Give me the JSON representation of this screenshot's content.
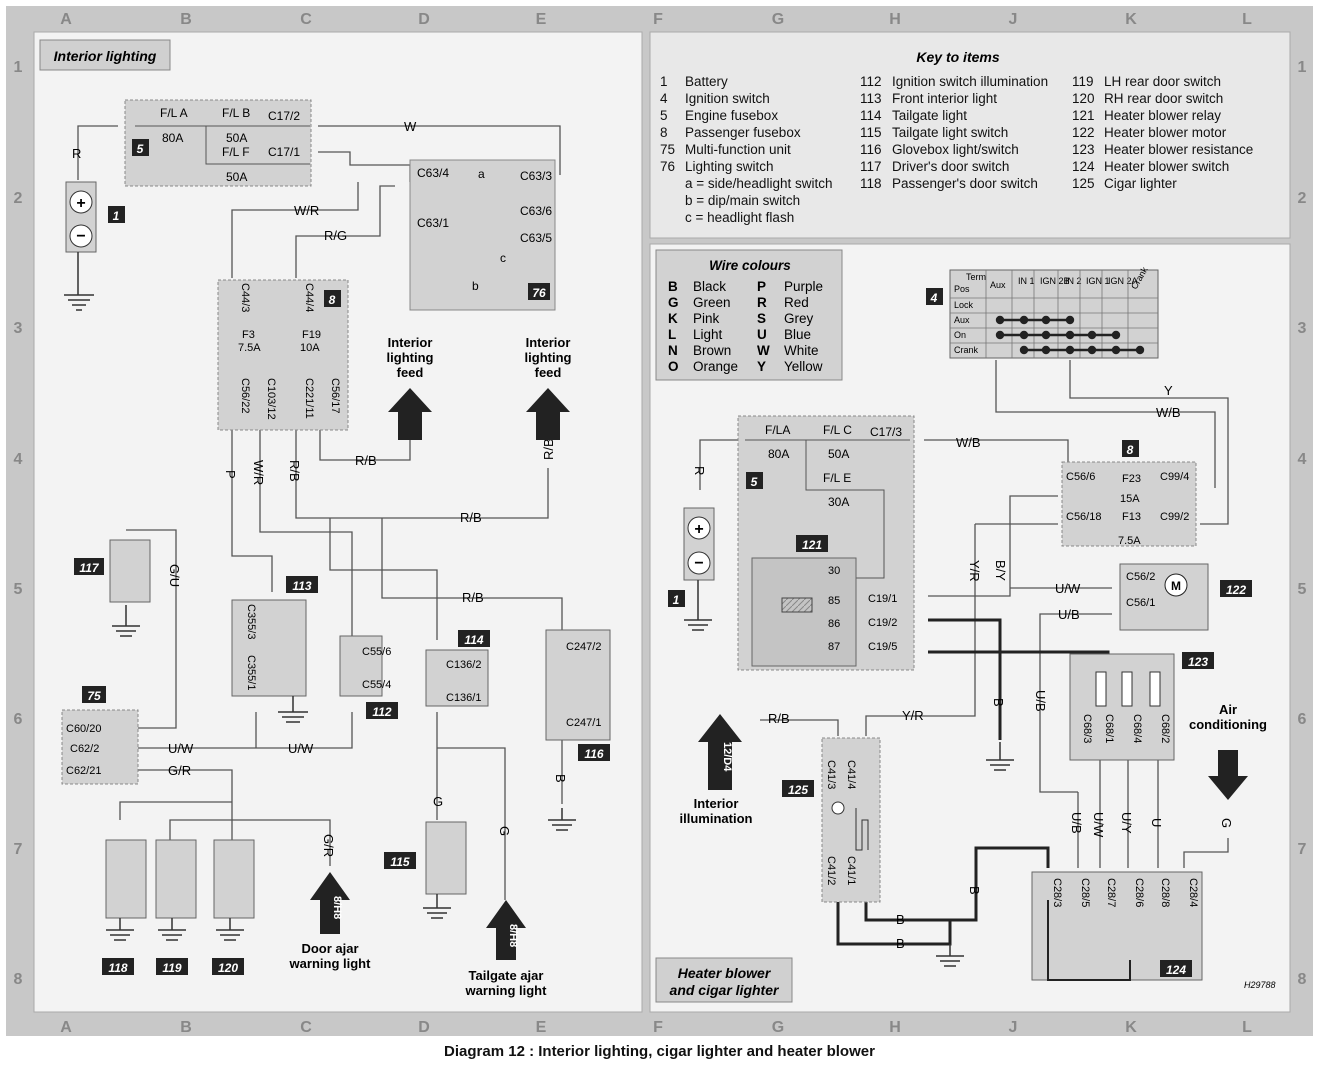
{
  "caption": "Diagram 12 : Interior lighting, cigar lighter and heater blower",
  "drawing_ref": "H29788",
  "grid": {
    "columns": [
      "A",
      "B",
      "C",
      "D",
      "E",
      "F",
      "G",
      "H",
      "J",
      "K",
      "L"
    ],
    "rows": [
      "1",
      "2",
      "3",
      "4",
      "5",
      "6",
      "7",
      "8"
    ]
  },
  "panels": {
    "left_title": "Interior lighting",
    "right_bottom_title_line1": "Heater blower",
    "right_bottom_title_line2": "and cigar lighter"
  },
  "key": {
    "title": "Key to items",
    "col1": [
      {
        "num": "1",
        "label": "Battery"
      },
      {
        "num": "4",
        "label": "Ignition switch"
      },
      {
        "num": "5",
        "label": "Engine fusebox"
      },
      {
        "num": "8",
        "label": "Passenger fusebox"
      },
      {
        "num": "75",
        "label": "Multi-function unit"
      },
      {
        "num": "76",
        "label": "Lighting switch"
      },
      {
        "num": "",
        "label": "a = side/headlight switch"
      },
      {
        "num": "",
        "label": "b = dip/main switch"
      },
      {
        "num": "",
        "label": "c = headlight flash"
      }
    ],
    "col2": [
      {
        "num": "112",
        "label": "Ignition switch illumination"
      },
      {
        "num": "113",
        "label": "Front interior light"
      },
      {
        "num": "114",
        "label": "Tailgate light"
      },
      {
        "num": "115",
        "label": "Tailgate light switch"
      },
      {
        "num": "116",
        "label": "Glovebox light/switch"
      },
      {
        "num": "117",
        "label": "Driver's door switch"
      },
      {
        "num": "118",
        "label": "Passenger's door switch"
      }
    ],
    "col3": [
      {
        "num": "119",
        "label": "LH rear door switch"
      },
      {
        "num": "120",
        "label": "RH rear door switch"
      },
      {
        "num": "121",
        "label": "Heater blower relay"
      },
      {
        "num": "122",
        "label": "Heater blower motor"
      },
      {
        "num": "123",
        "label": "Heater blower resistance"
      },
      {
        "num": "124",
        "label": "Heater blower switch"
      },
      {
        "num": "125",
        "label": "Cigar lighter"
      }
    ]
  },
  "wire_colours": {
    "title": "Wire colours",
    "col1": [
      {
        "code": "B",
        "name": "Black"
      },
      {
        "code": "G",
        "name": "Green"
      },
      {
        "code": "K",
        "name": "Pink"
      },
      {
        "code": "L",
        "name": "Light"
      },
      {
        "code": "N",
        "name": "Brown"
      },
      {
        "code": "O",
        "name": "Orange"
      }
    ],
    "col2": [
      {
        "code": "P",
        "name": "Purple"
      },
      {
        "code": "R",
        "name": "Red"
      },
      {
        "code": "S",
        "name": "Grey"
      },
      {
        "code": "U",
        "name": "Blue"
      },
      {
        "code": "W",
        "name": "White"
      },
      {
        "code": "Y",
        "name": "Yellow"
      }
    ]
  },
  "ignition_table": {
    "term": "Term",
    "pos": "Pos",
    "headers": [
      "Aux",
      "IN 1",
      "IGN 2B",
      "IN 2",
      "IGN 1",
      "IGN 2A",
      "Crank"
    ],
    "rows": [
      "Lock",
      "Aux",
      "On",
      "Crank"
    ]
  },
  "components": {
    "c1a": "1",
    "c1b": "1",
    "c4": "4",
    "c5a": "5",
    "c5b": "5",
    "c8a": "8",
    "c8b": "8",
    "c75": "75",
    "c76": "76",
    "c112": "112",
    "c113": "113",
    "c114": "114",
    "c115": "115",
    "c116": "116",
    "c117": "117",
    "c118": "118",
    "c119": "119",
    "c120": "120",
    "c121": "121",
    "c122": "122",
    "c123": "123",
    "c124": "124",
    "c125": "125"
  },
  "feeds": {
    "feed_line1": "Interior",
    "feed_line2": "lighting",
    "feed_line3": "feed",
    "interior_illum_ref": "12/D4",
    "interior_illum_line1": "Interior",
    "interior_illum_line2": "illumination",
    "door_ajar_ref": "8/H8",
    "door_ajar_line1": "Door ajar",
    "door_ajar_line2": "warning light",
    "tailgate_ref": "8/H8",
    "tailgate_line1": "Tailgate ajar",
    "tailgate_line2": "warning light",
    "aircon_line1": "Air",
    "aircon_line2": "conditioning"
  },
  "labels": {
    "fla": "F/L A",
    "fla_amp": "80A",
    "flb": "F/L B",
    "flb_amp": "50A",
    "flf": "F/L F",
    "flf_amp": "50A",
    "c17_2": "C17/2",
    "c17_1": "C17/1",
    "c17_3": "C17/3",
    "c63_4": "C63/4",
    "c63_3": "C63/3",
    "c63_1": "C63/1",
    "c63_6": "C63/6",
    "c63_5": "C63/5",
    "sw_a": "a",
    "sw_b": "b",
    "sw_c": "c",
    "c44_3": "C44/3",
    "c44_4": "C44/4",
    "f3": "F3",
    "f3_amp": "7.5A",
    "f19": "F19",
    "f19_amp": "10A",
    "c56_22": "C56/22",
    "c103_12": "C103/12",
    "c221_11": "C221/11",
    "c56_17": "C56/17",
    "c355_3": "C355/3",
    "c355_1": "C355/1",
    "c55_6": "C55/6",
    "c55_4": "C55/4",
    "c136_2": "C136/2",
    "c136_1": "C136/1",
    "c247_2": "C247/2",
    "c247_1": "C247/1",
    "c60_20": "C60/20",
    "c62_2": "C62/2",
    "c62_21": "C62/21",
    "flla": "F/LA",
    "flla_amp": "80A",
    "flc": "F/L C",
    "flc_amp": "50A",
    "fle": "F/L E",
    "fle_amp": "30A",
    "c56_6": "C56/6",
    "c99_4": "C99/4",
    "f23": "F23",
    "f23_amp": "15A",
    "c56_18": "C56/18",
    "c99_2": "C99/2",
    "f13": "F13",
    "f13_amp": "7.5A",
    "r30": "30",
    "r85": "85",
    "r86": "86",
    "r87": "87",
    "c19_1": "C19/1",
    "c19_2": "C19/2",
    "c19_5": "C19/5",
    "c56_2": "C56/2",
    "c56_1": "C56/1",
    "motor": "M",
    "c68_3": "C68/3",
    "c68_1": "C68/1",
    "c68_4": "C68/4",
    "c68_2": "C68/2",
    "c41_4": "C41/4",
    "c41_3": "C41/3",
    "c41_2": "C41/2",
    "c41_1": "C41/1",
    "c28_3": "C28/3",
    "c28_5": "C28/5",
    "c28_7": "C28/7",
    "c28_6": "C28/6",
    "c28_8": "C28/8",
    "c28_4": "C28/4"
  },
  "wires": {
    "w_top": "W",
    "r_bat1": "R",
    "wr1": "W/R",
    "rg": "R/G",
    "rb_feed": "R/B",
    "rb_mid": "R/B",
    "rb_feed2": "R/B",
    "p": "P",
    "wr2": "W/R",
    "rb_v": "R/B",
    "rb_114": "R/B",
    "gu": "G/U",
    "uw1": "U/W",
    "uw2": "U/W",
    "gr1": "G/R",
    "gr2": "G/R",
    "g1": "G",
    "g2": "G",
    "b116": "B",
    "y": "Y",
    "wb1": "W/B",
    "wb2": "W/B",
    "r_bat2": "R",
    "yr1": "Y/R",
    "by": "B/Y",
    "uw3": "U/W",
    "ub1": "U/B",
    "ub2": "U/B",
    "b_right": "B",
    "rb_right": "R/B",
    "yr2": "Y/R",
    "ub3": "U/B",
    "uw4": "U/W",
    "uy": "U/Y",
    "u": "U",
    "g3": "G",
    "b1": "B",
    "b2": "B",
    "b3": "B"
  },
  "colors": {
    "frame": "#c8c8c8",
    "panel": "#f2f2f2",
    "box": "#d2d2d2",
    "wire": "#2a2a2a",
    "wire_light": "#9a9a9a"
  }
}
